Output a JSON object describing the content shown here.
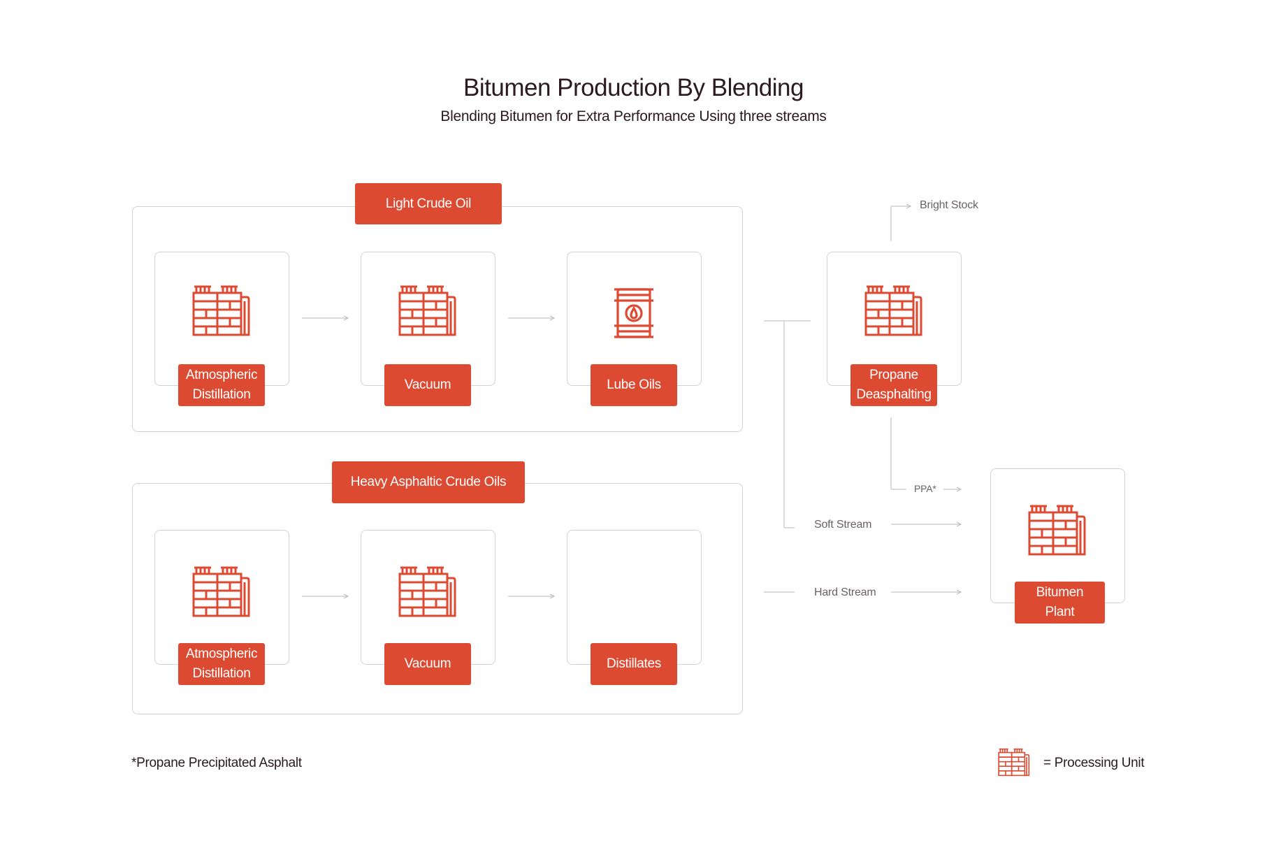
{
  "title": "Bitumen Production By Blending",
  "subtitle": "Blending Bitumen for Extra Performance Using three streams",
  "groups": [
    {
      "header": "Light Crude Oil",
      "units": [
        {
          "label": "Atmospheric\nDistillation",
          "icon": "processing-unit-icon"
        },
        {
          "label": "Vacuum",
          "icon": "processing-unit-icon"
        },
        {
          "label": "Lube Oils",
          "icon": "oil-barrel-icon"
        }
      ]
    },
    {
      "header": "Heavy Asphaltic Crude Oils",
      "units": [
        {
          "label": "Atmospheric\nDistillation",
          "icon": "processing-unit-icon"
        },
        {
          "label": "Vacuum",
          "icon": "processing-unit-icon"
        },
        {
          "label": "Distillates",
          "icon": ""
        }
      ]
    }
  ],
  "propane": {
    "label": "Propane\nDeasphalting",
    "icon": "processing-unit-icon"
  },
  "bitumen_plant": {
    "label": "Bitumen\nPlant",
    "icon": "processing-unit-icon"
  },
  "streams": {
    "bright_stock": "Bright Stock",
    "ppa": "PPA*",
    "soft": "Soft Stream",
    "hard": "Hard Stream"
  },
  "footnote": "*Propane Precipitated Asphalt",
  "legend": {
    "text": "= Processing Unit",
    "icon": "processing-unit-icon"
  },
  "colors": {
    "accent": "#dc4a32",
    "border": "#d2d2d2",
    "text": "#2b1a1f"
  }
}
